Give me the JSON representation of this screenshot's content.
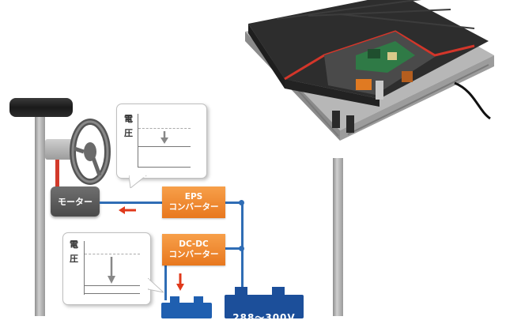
{
  "motor": {
    "label": "モーター"
  },
  "eps_converter": {
    "line1": "EPS",
    "line2": "コンバーター"
  },
  "dcdc_converter": {
    "line1": "DC-DC",
    "line2": "コンバーター"
  },
  "voltage_graph_top": {
    "label_line1": "電",
    "label_line2": "圧"
  },
  "voltage_graph_bottom": {
    "label_line1": "電",
    "label_line2": "圧"
  },
  "high_voltage_battery": {
    "label": "288～300V"
  },
  "colors": {
    "wire": "#2f6db5",
    "converter": "#f08a2c",
    "arrow": "#e0391b",
    "battery_12v": "#1f5fb0",
    "battery_hv": "#1c4f9a"
  }
}
